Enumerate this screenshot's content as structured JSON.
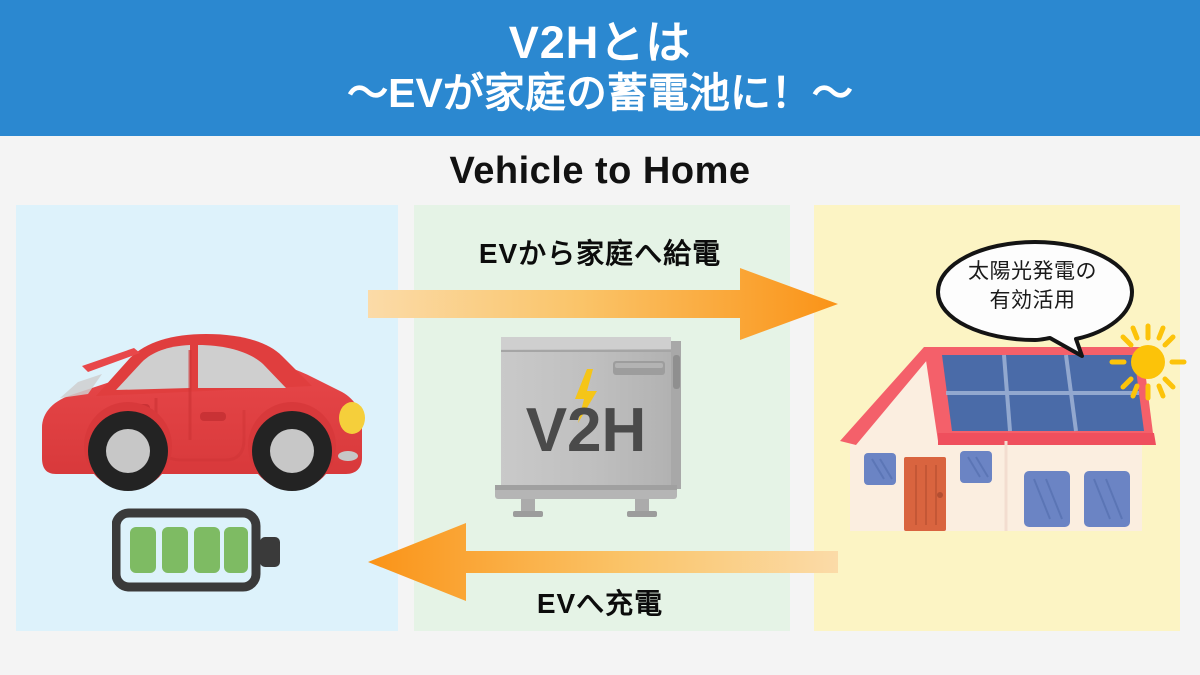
{
  "banner": {
    "title": "V2Hとは",
    "subtitle": "〜EVが家庭の蓄電池に！〜",
    "bg_color": "#2b88d0",
    "text_color": "#ffffff"
  },
  "page": {
    "heading": "Vehicle to Home",
    "background_color": "#f4f4f4"
  },
  "panels": {
    "ev": {
      "name": "EV panel",
      "bg_color": "#ddf2fb"
    },
    "v2h": {
      "name": "V2H panel",
      "bg_color": "#e5f3e6"
    },
    "home": {
      "name": "Home panel",
      "bg_color": "#fcf4c4"
    }
  },
  "flows": [
    {
      "id": "discharge",
      "label": "EVから家庭へ給電",
      "direction": "right",
      "color_start": "#fbdba8",
      "color_end": "#fa9317"
    },
    {
      "id": "charge",
      "label": "EVへ充電",
      "direction": "left",
      "color_start": "#fa9317",
      "color_end": "#fbdba8"
    }
  ],
  "artwork": {
    "car": {
      "name": "electric-vehicle",
      "body_color": "#e03e3e",
      "window_color": "#cfcfcf",
      "tire_color": "#232323",
      "hub_color": "#c7c7c7",
      "headlight_color": "#f5cf3b"
    },
    "battery": {
      "name": "battery-full",
      "shell_color": "#3a3a3a",
      "cell_color": "#7ebb63",
      "cell_count": 4
    },
    "v2h_unit": {
      "name": "v2h-cabinet",
      "label": "V2H",
      "body_color": "#bdbdbd",
      "label_color": "#4a4a4a",
      "bolt_color": "#f5c518"
    },
    "house": {
      "name": "house-with-solar-panels",
      "wall_color": "#fbeee0",
      "roof_color": "#f4606a",
      "solar_panel_color": "#4a6ba8",
      "door_color": "#d9643f",
      "window_color": "#6b84c4"
    },
    "sun": {
      "name": "sun",
      "color": "#fcc309",
      "ray_count": 12
    },
    "speech_bubble": {
      "name": "speech-bubble",
      "line1": "太陽光発電の",
      "line2": "有効活用",
      "fill_color": "#fdfdfd",
      "stroke_color": "#141414"
    }
  }
}
